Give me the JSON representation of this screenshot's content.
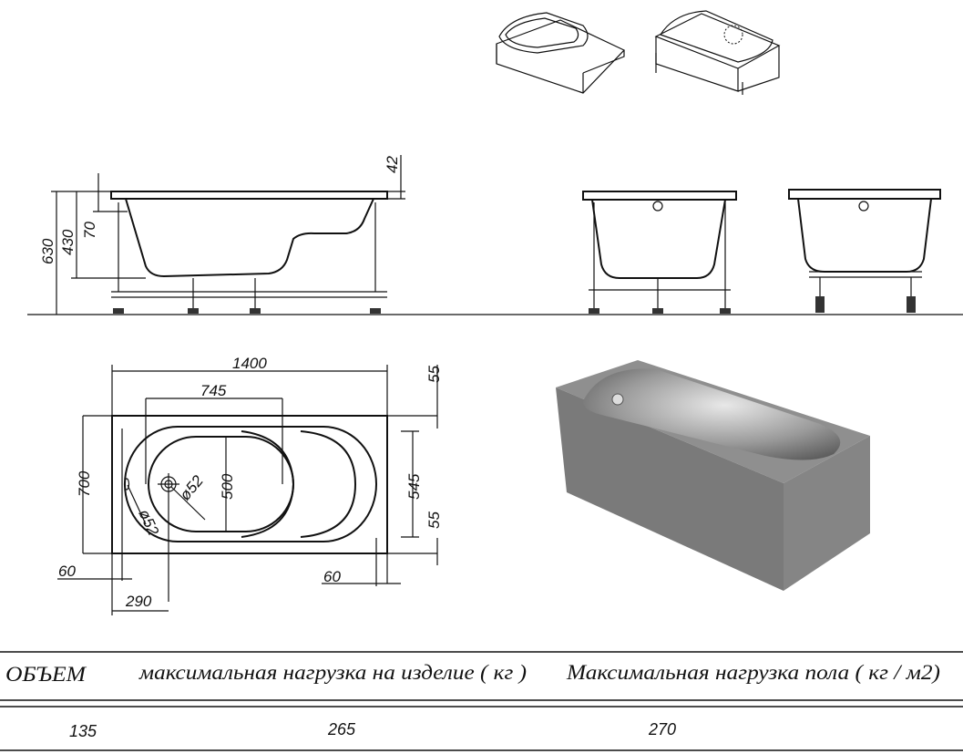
{
  "side_view": {
    "dims": {
      "total_height": "630",
      "tub_height": "430",
      "overflow": "70",
      "rim": "42"
    }
  },
  "top_view": {
    "dims": {
      "length": "1400",
      "inner_length": "745",
      "width": "700",
      "inner_width": "500",
      "bottom_width": "545",
      "rim_top": "55",
      "rim_bottom": "55",
      "drain_offset": "290",
      "left_margin": "60",
      "right_margin": "60",
      "drain_diameter": "ø52",
      "overflow_diameter": "ø52"
    }
  },
  "table": {
    "headers": [
      "ОБЪЕМ",
      "максимальная нагрузка на изделие ( кг )",
      "Максимальная нагрузка пола ( кг / м2)"
    ],
    "values": [
      "135",
      "265",
      "270"
    ]
  },
  "colors": {
    "render_gray": "#8a8a8a",
    "render_dark": "#6e6e6e",
    "line": "#111111"
  }
}
